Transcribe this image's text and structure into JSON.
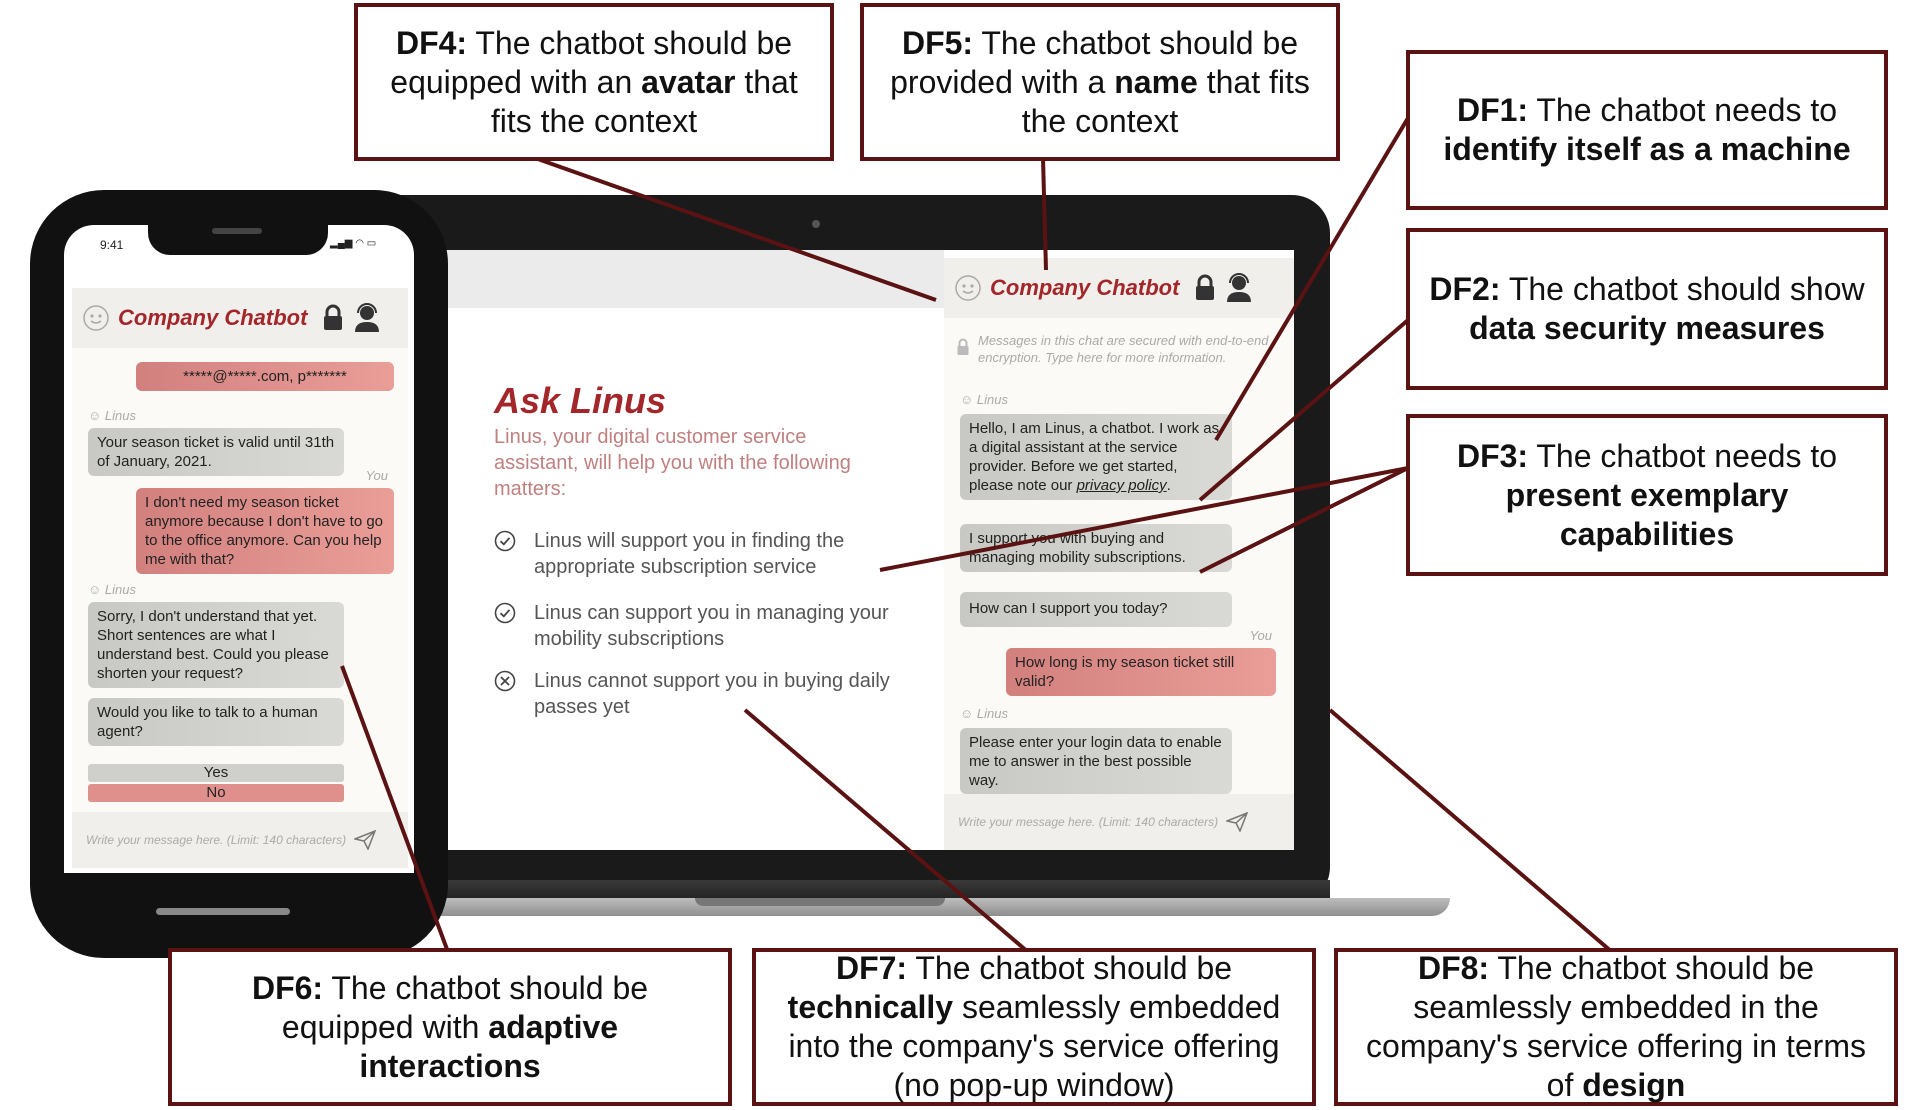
{
  "chatbot_name": "Company Chatbot",
  "site": {
    "title": "Ask Linus",
    "intro": "Linus, your digital customer service assistant, will help you with the following matters:",
    "features": [
      {
        "icon": "check-circle-icon",
        "text": "Linus will support you in finding the appropriate subscription service"
      },
      {
        "icon": "check-circle-icon",
        "text": "Linus can support you in managing your mobility subscriptions"
      },
      {
        "icon": "x-circle-icon",
        "text": "Linus cannot support you in buying daily passes yet"
      }
    ]
  },
  "laptop_chat": {
    "security_notice": "Messages in this chat are secured with end-to-end encryption. Type here for more information.",
    "sender_bot": "Linus",
    "sender_user": "You",
    "msg_intro_pre": "Hello, I am Linus, a chatbot. I work as a digital assistant at the service provider. Before we get started, please note our ",
    "msg_intro_link": "privacy policy",
    "msg_intro_post": ".",
    "msg_support": "I support you with buying and managing mobility subscriptions.",
    "msg_how": "How can I support you today?",
    "msg_user": "How long is my season ticket still valid?",
    "msg_login": "Please enter your login data to enable me to answer in the best possible way.",
    "input_placeholder": "Write your message here. (Limit: 140 characters)"
  },
  "phone_chat": {
    "status_time": "9:41",
    "msg_login_data": "*****@*****.com, p*******",
    "sender_bot": "Linus",
    "sender_user": "You",
    "msg_valid": "Your season ticket is valid until 31th of January, 2021.",
    "msg_user": "I don't need my season ticket anymore because I don't have to go to the office anymore. Can you help me with that?",
    "msg_sorry": "Sorry, I don't understand that yet. Short sentences are what I understand best. Could you please shorten your request?",
    "msg_human": "Would you like to talk to a human agent?",
    "choice_yes": "Yes",
    "choice_no": "No",
    "input_placeholder": "Write your message here. (Limit: 140 characters)"
  },
  "design_features": {
    "df1": {
      "label": "DF1:",
      "pre": " The chatbot needs to ",
      "bold": "identify itself as a machine",
      "post": ""
    },
    "df2": {
      "label": "DF2:",
      "pre": " The chatbot should show ",
      "bold": "data security measures",
      "post": ""
    },
    "df3": {
      "label": "DF3:",
      "pre": " The chatbot needs to ",
      "bold": "present exemplary capabilities",
      "post": ""
    },
    "df4": {
      "label": "DF4:",
      "pre": " The chatbot should be equipped with an ",
      "bold": "avatar",
      "post": " that fits the context"
    },
    "df5": {
      "label": "DF5:",
      "pre": " The chatbot should be provided with a ",
      "bold": "name",
      "post": " that fits the context"
    },
    "df6": {
      "label": "DF6:",
      "pre": " The chatbot should be equipped with ",
      "bold": "adaptive interactions",
      "post": ""
    },
    "df7": {
      "label": "DF7:",
      "pre": " The chatbot should be ",
      "bold": "technically",
      "post": " seamlessly embedded into the company's service offering (no pop-up window)"
    },
    "df8": {
      "label": "DF8:",
      "pre": " The chatbot should be seamlessly embedded in the company's service offering in terms of ",
      "bold": "design",
      "post": ""
    }
  },
  "colors": {
    "accent": "#a3262a",
    "callout_border": "#5a1212",
    "user_bubble": "#e0908c",
    "bot_bubble": "#d0d0cc"
  }
}
